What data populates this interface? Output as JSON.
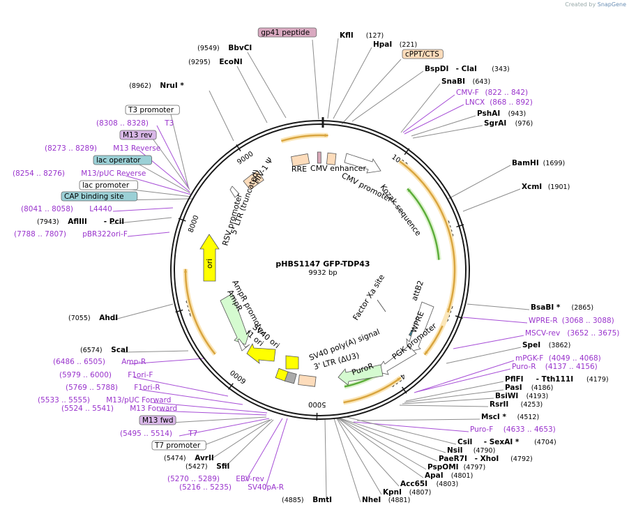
{
  "credit": {
    "prefix": "Created by",
    "brand": "SnapGene"
  },
  "plasmid": {
    "name": "pHBS1147 GFP-TDP43",
    "size_label": "9932 bp"
  },
  "ring_ticks": [
    "1000",
    "2000",
    "3000",
    "4000",
    "5000",
    "6000",
    "7000",
    "8000",
    "9000"
  ],
  "labels": [
    {
      "id": "bbvci",
      "parts": [
        {
          "t": "(9549)",
          "k": "c"
        },
        {
          "t": "BbvCI",
          "k": "e"
        }
      ]
    },
    {
      "id": "gp41",
      "parts": [
        {
          "t": "gp41 peptide",
          "k": "bp"
        }
      ]
    },
    {
      "id": "kfli",
      "parts": [
        {
          "t": "KflI",
          "k": "e"
        },
        {
          "t": "(127)",
          "k": "c"
        }
      ]
    },
    {
      "id": "hpai",
      "parts": [
        {
          "t": "HpaI",
          "k": "e"
        },
        {
          "t": "(221)",
          "k": "c"
        }
      ]
    },
    {
      "id": "econi",
      "parts": [
        {
          "t": "(9295)",
          "k": "c"
        },
        {
          "t": "EcoNI",
          "k": "e"
        }
      ]
    },
    {
      "id": "cppt",
      "parts": [
        {
          "t": "cPPT/CTS",
          "k": "bo"
        }
      ]
    },
    {
      "id": "bspdi",
      "parts": [
        {
          "t": "BspDI",
          "k": "e"
        },
        {
          "t": "- ClaI",
          "k": "e"
        },
        {
          "t": "(343)",
          "k": "c"
        }
      ]
    },
    {
      "id": "nrui",
      "parts": [
        {
          "t": "(8962)",
          "k": "c"
        },
        {
          "t": "NruI *",
          "k": "e"
        }
      ]
    },
    {
      "id": "snabi",
      "parts": [
        {
          "t": "SnaBI",
          "k": "e"
        },
        {
          "t": "(643)",
          "k": "c"
        }
      ]
    },
    {
      "id": "cmvf",
      "parts": [
        {
          "t": "CMV-F",
          "k": "p"
        },
        {
          "t": "(822 .. 842)",
          "k": "p"
        }
      ]
    },
    {
      "id": "lncx",
      "parts": [
        {
          "t": "LNCX",
          "k": "p"
        },
        {
          "t": "(868 .. 892)",
          "k": "p"
        }
      ]
    },
    {
      "id": "t3prom",
      "parts": [
        {
          "t": "T3 promoter",
          "k": "bw"
        }
      ]
    },
    {
      "id": "pshai",
      "parts": [
        {
          "t": "PshAI",
          "k": "e"
        },
        {
          "t": "(943)",
          "k": "c"
        }
      ]
    },
    {
      "id": "sgrai",
      "parts": [
        {
          "t": "SgrAI",
          "k": "e"
        },
        {
          "t": "(976)",
          "k": "c"
        }
      ]
    },
    {
      "id": "t3",
      "parts": [
        {
          "t": "(8308 .. 8328)",
          "k": "p"
        },
        {
          "t": "T3",
          "k": "p"
        }
      ]
    },
    {
      "id": "m13rev",
      "parts": [
        {
          "t": "M13 rev",
          "k": "bm"
        }
      ]
    },
    {
      "id": "m13reverse",
      "parts": [
        {
          "t": "(8273 .. 8289)",
          "k": "p"
        },
        {
          "t": "M13 Reverse",
          "k": "p"
        }
      ]
    },
    {
      "id": "lacop",
      "parts": [
        {
          "t": "lac operator",
          "k": "bt"
        }
      ]
    },
    {
      "id": "bamhi",
      "parts": [
        {
          "t": "BamHI",
          "k": "e"
        },
        {
          "t": "(1699)",
          "k": "c"
        }
      ]
    },
    {
      "id": "m13puc",
      "parts": [
        {
          "t": "(8254 .. 8276)",
          "k": "p"
        },
        {
          "t": "M13/pUC Reverse",
          "k": "p"
        }
      ]
    },
    {
      "id": "lacprom",
      "parts": [
        {
          "t": "lac promoter",
          "k": "bw"
        }
      ]
    },
    {
      "id": "xcmi",
      "parts": [
        {
          "t": "XcmI",
          "k": "e"
        },
        {
          "t": "(1901)",
          "k": "c"
        }
      ]
    },
    {
      "id": "cap",
      "parts": [
        {
          "t": "CAP binding site",
          "k": "bt"
        }
      ]
    },
    {
      "id": "l4440",
      "parts": [
        {
          "t": "(8041 .. 8058)",
          "k": "p"
        },
        {
          "t": "L4440",
          "k": "p"
        }
      ]
    },
    {
      "id": "afliii",
      "parts": [
        {
          "t": "(7943)",
          "k": "c"
        },
        {
          "t": "AflIII",
          "k": "e"
        },
        {
          "t": "- PciI",
          "k": "e"
        }
      ]
    },
    {
      "id": "pbr322",
      "parts": [
        {
          "t": "(7788 .. 7807)",
          "k": "p"
        },
        {
          "t": "pBR322ori-F",
          "k": "p"
        }
      ]
    },
    {
      "id": "bsabi",
      "parts": [
        {
          "t": "BsaBI *",
          "k": "e"
        },
        {
          "t": "(2865)",
          "k": "c"
        }
      ]
    },
    {
      "id": "ahdi",
      "parts": [
        {
          "t": "(7055)",
          "k": "c"
        },
        {
          "t": "AhdI",
          "k": "e"
        }
      ]
    },
    {
      "id": "wprer",
      "parts": [
        {
          "t": "WPRE-R",
          "k": "p"
        },
        {
          "t": "(3068 .. 3088)",
          "k": "p"
        }
      ]
    },
    {
      "id": "mscvrev",
      "parts": [
        {
          "t": "MSCV-rev",
          "k": "p"
        },
        {
          "t": "(3652 .. 3675)",
          "k": "p"
        }
      ]
    },
    {
      "id": "spei",
      "parts": [
        {
          "t": "SpeI",
          "k": "e"
        },
        {
          "t": "(3862)",
          "k": "c"
        }
      ]
    },
    {
      "id": "scai",
      "parts": [
        {
          "t": "(6574)",
          "k": "c"
        },
        {
          "t": "ScaI",
          "k": "e"
        }
      ]
    },
    {
      "id": "mpgkf",
      "parts": [
        {
          "t": "mPGK-F",
          "k": "p"
        },
        {
          "t": "(4049 .. 4068)",
          "k": "p"
        }
      ]
    },
    {
      "id": "ampr",
      "parts": [
        {
          "t": "(6486 .. 6505)",
          "k": "p"
        },
        {
          "t": "Amp-R",
          "k": "p"
        }
      ]
    },
    {
      "id": "puror",
      "parts": [
        {
          "t": "Puro-R",
          "k": "p"
        },
        {
          "t": "(4137 .. 4156)",
          "k": "p"
        }
      ]
    },
    {
      "id": "f1orif",
      "parts": [
        {
          "t": "(5979 .. 6000)",
          "k": "p"
        },
        {
          "t": "F1ori-F",
          "k": "p"
        }
      ]
    },
    {
      "id": "pflfi",
      "parts": [
        {
          "t": "PflFI",
          "k": "e"
        },
        {
          "t": "- Tth111I",
          "k": "e"
        },
        {
          "t": "(4179)",
          "k": "c"
        }
      ]
    },
    {
      "id": "pasi",
      "parts": [
        {
          "t": "PasI",
          "k": "e"
        },
        {
          "t": "(4186)",
          "k": "c"
        }
      ]
    },
    {
      "id": "f1orir",
      "parts": [
        {
          "t": "(5769 .. 5788)",
          "k": "p"
        },
        {
          "t": "F1ori-R",
          "k": "p"
        }
      ]
    },
    {
      "id": "bsiwi",
      "parts": [
        {
          "t": "BsiWI",
          "k": "e"
        },
        {
          "t": "(4193)",
          "k": "c"
        }
      ]
    },
    {
      "id": "m13pucf",
      "parts": [
        {
          "t": "(5533 .. 5555)",
          "k": "p"
        },
        {
          "t": "M13/pUC Forward",
          "k": "p"
        }
      ]
    },
    {
      "id": "rsrii",
      "parts": [
        {
          "t": "RsrII",
          "k": "e"
        },
        {
          "t": "(4253)",
          "k": "c"
        }
      ]
    },
    {
      "id": "m13fwd2",
      "parts": [
        {
          "t": "(5524 .. 5541)",
          "k": "p"
        },
        {
          "t": "M13 Forward",
          "k": "p"
        }
      ]
    },
    {
      "id": "msci",
      "parts": [
        {
          "t": "MscI *",
          "k": "e"
        },
        {
          "t": "(4512)",
          "k": "c"
        }
      ]
    },
    {
      "id": "m13fwd",
      "parts": [
        {
          "t": "M13 fwd",
          "k": "bm"
        }
      ]
    },
    {
      "id": "purof",
      "parts": [
        {
          "t": "Puro-F",
          "k": "p"
        },
        {
          "t": "(4633 .. 4653)",
          "k": "p"
        }
      ]
    },
    {
      "id": "t7",
      "parts": [
        {
          "t": "(5495 .. 5514)",
          "k": "p"
        },
        {
          "t": "T7",
          "k": "p"
        }
      ]
    },
    {
      "id": "csii",
      "parts": [
        {
          "t": "CsiI",
          "k": "e"
        },
        {
          "t": "- SexAI *",
          "k": "e"
        },
        {
          "t": "(4704)",
          "k": "c"
        }
      ]
    },
    {
      "id": "t7prom",
      "parts": [
        {
          "t": "T7 promoter",
          "k": "bw"
        }
      ]
    },
    {
      "id": "nsii",
      "parts": [
        {
          "t": "NsiI",
          "k": "e"
        },
        {
          "t": "(4790)",
          "k": "c"
        }
      ]
    },
    {
      "id": "avrii",
      "parts": [
        {
          "t": "(5474)",
          "k": "c"
        },
        {
          "t": "AvrII",
          "k": "e"
        }
      ]
    },
    {
      "id": "paer7i",
      "parts": [
        {
          "t": "PaeR7I",
          "k": "e"
        },
        {
          "t": "- XhoI",
          "k": "e"
        },
        {
          "t": "(4792)",
          "k": "c"
        }
      ]
    },
    {
      "id": "sfii",
      "parts": [
        {
          "t": "(5427)",
          "k": "c"
        },
        {
          "t": "SfiI",
          "k": "e"
        }
      ]
    },
    {
      "id": "pspomi",
      "parts": [
        {
          "t": "PspOMI",
          "k": "e"
        },
        {
          "t": "(4797)",
          "k": "c"
        }
      ]
    },
    {
      "id": "apai",
      "parts": [
        {
          "t": "ApaI",
          "k": "e"
        },
        {
          "t": "(4801)",
          "k": "c"
        }
      ]
    },
    {
      "id": "ebvrev",
      "parts": [
        {
          "t": "(5270 .. 5289)",
          "k": "p"
        },
        {
          "t": "EBV-rev",
          "k": "p"
        }
      ]
    },
    {
      "id": "acc65i",
      "parts": [
        {
          "t": "Acc65I",
          "k": "e"
        },
        {
          "t": "(4803)",
          "k": "c"
        }
      ]
    },
    {
      "id": "sv40par",
      "parts": [
        {
          "t": "(5216 .. 5235)",
          "k": "p"
        },
        {
          "t": "SV40pA-R",
          "k": "p"
        }
      ]
    },
    {
      "id": "kpni",
      "parts": [
        {
          "t": "KpnI",
          "k": "e"
        },
        {
          "t": "(4807)",
          "k": "c"
        }
      ]
    },
    {
      "id": "bmti",
      "parts": [
        {
          "t": "(4885)",
          "k": "c"
        },
        {
          "t": "BmtI",
          "k": "e"
        }
      ]
    },
    {
      "id": "nhei",
      "parts": [
        {
          "t": "NheI",
          "k": "e"
        },
        {
          "t": "(4881)",
          "k": "c"
        }
      ]
    }
  ],
  "inner_labels": [
    {
      "id": "cmv-enhancer",
      "t": "CMV enhancer"
    },
    {
      "id": "cmv-promoter",
      "t": "CMV promoter"
    },
    {
      "id": "rre",
      "t": "RRE"
    },
    {
      "id": "hiv-psi",
      "t": "HIV-1 Ψ"
    },
    {
      "id": "ltr5",
      "t": "5' LTR (truncated)"
    },
    {
      "id": "rsv",
      "t": "RSV promoter"
    },
    {
      "id": "kozak",
      "t": "Kozak sequence"
    },
    {
      "id": "ori",
      "t": "ori"
    },
    {
      "id": "factor-xa",
      "t": "Factor Xa site"
    },
    {
      "id": "attb2",
      "t": "attB2"
    },
    {
      "id": "wpre",
      "t": "WPRE"
    },
    {
      "id": "pgk",
      "t": "PGK promoter"
    },
    {
      "id": "puror-feature",
      "t": "PuroR"
    },
    {
      "id": "sv40pa",
      "t": "SV40 poly(A) signal"
    },
    {
      "id": "ltr3",
      "t": "3' LTR (ΔU3)"
    },
    {
      "id": "sv40ori",
      "t": "SV40 ori"
    },
    {
      "id": "f1ori",
      "t": "f1 ori"
    },
    {
      "id": "ampr-prom",
      "t": "AmpR promoter"
    },
    {
      "id": "ampr-gene",
      "t": "AmpR"
    }
  ],
  "colors": {
    "enzyme": "#000000",
    "coord": "#000000",
    "primer": "#9933cc",
    "line_enzyme": "#8c8c8c",
    "line_primer": "#a64dd6",
    "ring": "#1a1a1a",
    "orange": "#d9a53f",
    "green": "#5cad3a",
    "yellow": "#ffff00",
    "pale_green": "#d5fbd0",
    "peach": "#fddcbb"
  }
}
